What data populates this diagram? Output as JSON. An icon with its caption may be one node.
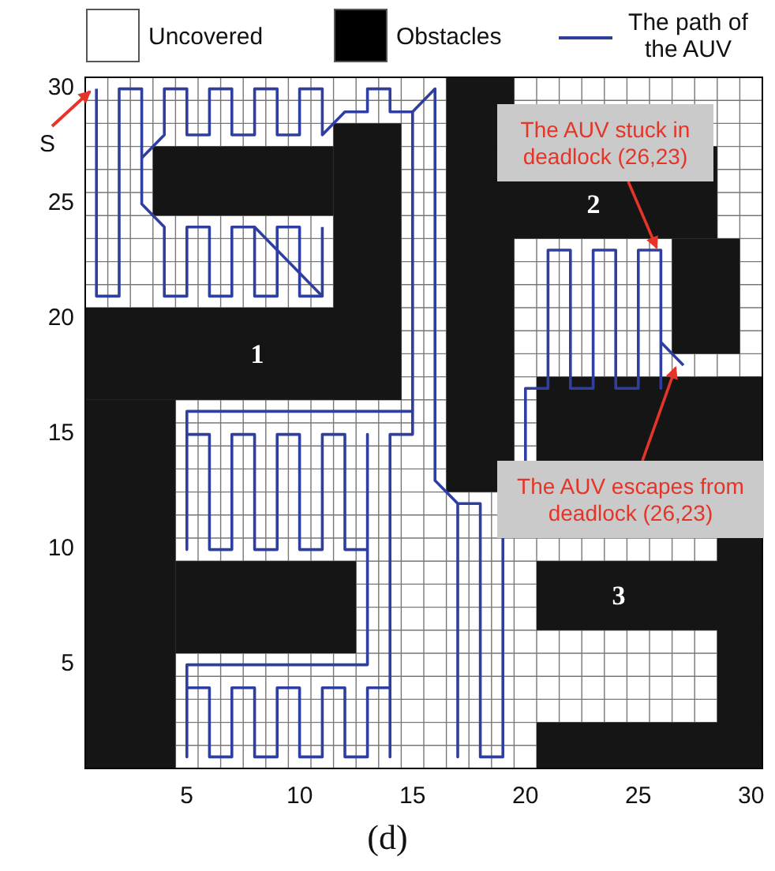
{
  "diagram": {
    "caption": "(d)",
    "nodes": [
      {
        "text": [
          "The AUV stuck in deadlock (26,23)"
        ]
      },
      {
        "text": [
          "The AUV escapes from deadlock (26,23)"
        ]
      }
    ],
    "edges": [
      {
        "from": 0,
        "to": null,
        "arrow": "to"
      },
      {
        "from": 1,
        "to": null,
        "arrow": "to"
      }
    ],
    "labels": [
      "30",
      "S",
      "25",
      "2",
      "20",
      "1",
      "15",
      "10",
      "3",
      "5",
      "5",
      "10",
      "15",
      "20",
      "25",
      "30"
    ],
    "legend": [
      {
        "text": "Uncovered",
        "color": "#ffffff"
      },
      {
        "text": "Obstacles",
        "color": "#000000"
      },
      {
        "text": "The path of the AUV"
      }
    ]
  }
}
